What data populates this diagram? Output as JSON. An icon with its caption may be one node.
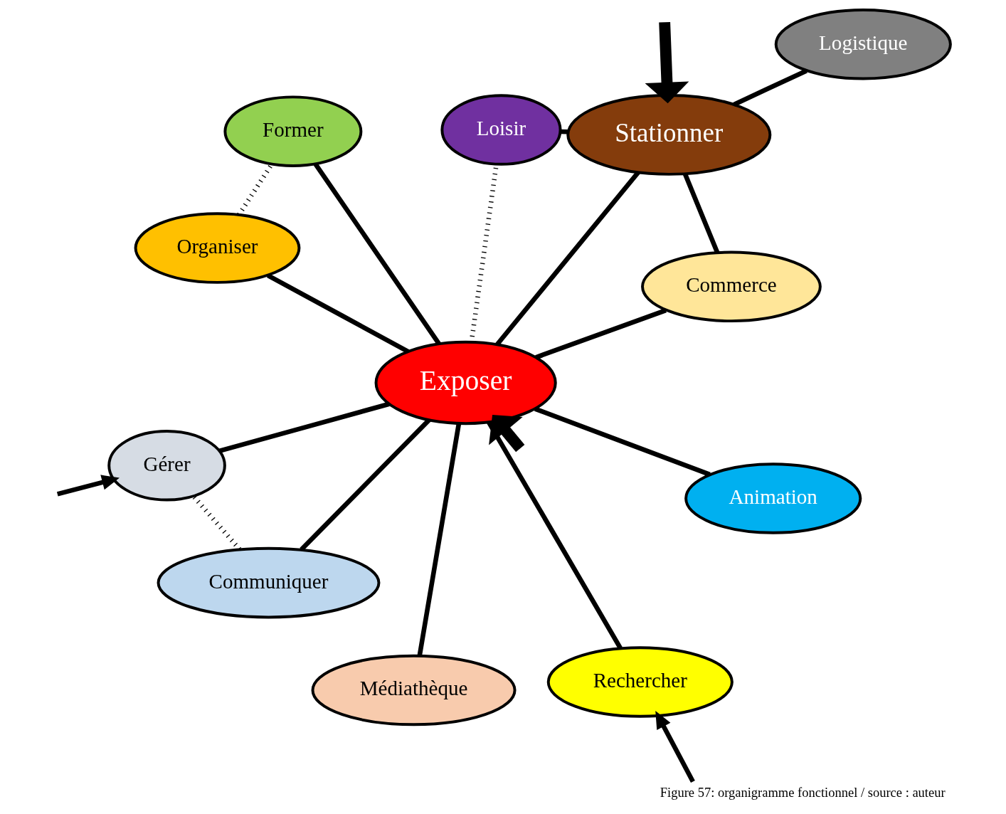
{
  "diagram": {
    "caption": "Figure 57: organigramme fonctionnel / source : auteur",
    "nodes": [
      {
        "text": [
          "Exposer"
        ]
      },
      {
        "text": [
          "Rechercher"
        ]
      },
      {
        "text": [
          "Organiser"
        ]
      },
      {
        "text": [
          "Médiathèque"
        ]
      },
      {
        "text": [
          "Former"
        ]
      },
      {
        "text": [
          "Communiquer"
        ]
      },
      {
        "text": [
          "Animation"
        ]
      },
      {
        "text": [
          "Gérer"
        ]
      },
      {
        "text": [
          "Loisir"
        ]
      },
      {
        "text": [
          "Commerce"
        ]
      },
      {
        "text": [
          "Stationner"
        ]
      },
      {
        "text": [
          "Logistique"
        ]
      }
    ],
    "edges": [
      {
        "from": 0,
        "to": 1,
        "arrow": "none"
      },
      {
        "from": 0,
        "to": 2,
        "arrow": "none"
      },
      {
        "from": 0,
        "to": 4,
        "arrow": "none"
      },
      {
        "from": 0,
        "to": 6,
        "arrow": "none"
      },
      {
        "from": 0,
        "to": 8,
        "arrow": "none",
        "style": "dashed"
      },
      {
        "from": 0,
        "to": 10,
        "arrow": "none"
      },
      {
        "from": 0,
        "to": 9,
        "arrow": "none"
      },
      {
        "from": 0,
        "to": 7,
        "arrow": "none"
      },
      {
        "from": 0,
        "to": 5,
        "arrow": "none"
      },
      {
        "from": 0,
        "to": 3,
        "arrow": "none"
      },
      {
        "from": 2,
        "to": 4,
        "arrow": "none",
        "style": "dashed"
      },
      {
        "from": 5,
        "to": 7,
        "arrow": "none",
        "style": "dashed"
      },
      {
        "from": 9,
        "to": 10,
        "arrow": "none"
      },
      {
        "from": 10,
        "to": 8,
        "arrow": "none"
      },
      {
        "from": 10,
        "to": 11,
        "arrow": "none"
      },
      {
        "from": null,
        "to": 1,
        "arrow": "to"
      },
      {
        "from": null,
        "to": 0,
        "arrow": "to",
        "style": "thick"
      },
      {
        "from": null,
        "to": 7,
        "arrow": "to"
      },
      {
        "from": null,
        "to": 10,
        "arrow": "to",
        "style": "thick"
      }
    ]
  }
}
